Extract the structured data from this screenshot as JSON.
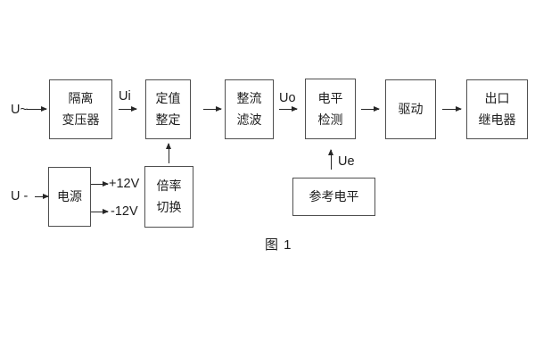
{
  "figure": {
    "caption": "图 1"
  },
  "signals": {
    "input_ac": "U~",
    "input_dc": "U -",
    "ui": "Ui",
    "uo": "Uo",
    "ue": "Ue",
    "plus12v": "+12V",
    "minus12v": "-12V"
  },
  "blocks": {
    "isolation_transformer": {
      "line1": "隔离",
      "line2": "变压器"
    },
    "setpoint_adjust": {
      "line1": "定值",
      "line2": "整定"
    },
    "rectifier_filter": {
      "line1": "整流",
      "line2": "滤波"
    },
    "level_detection": {
      "line1": "电平",
      "line2": "检测"
    },
    "drive": {
      "line1": "驱动"
    },
    "output_relay": {
      "line1": "出口",
      "line2": "继电器"
    },
    "power_supply": {
      "line1": "电源"
    },
    "multiplier_switch": {
      "line1": "倍率",
      "line2": "切换"
    },
    "reference_level": {
      "line1": "参考电平"
    }
  },
  "colors": {
    "background": "#ffffff",
    "box_border": "#4f4f4f",
    "line": "#262626",
    "text": "#1d1d1d"
  }
}
